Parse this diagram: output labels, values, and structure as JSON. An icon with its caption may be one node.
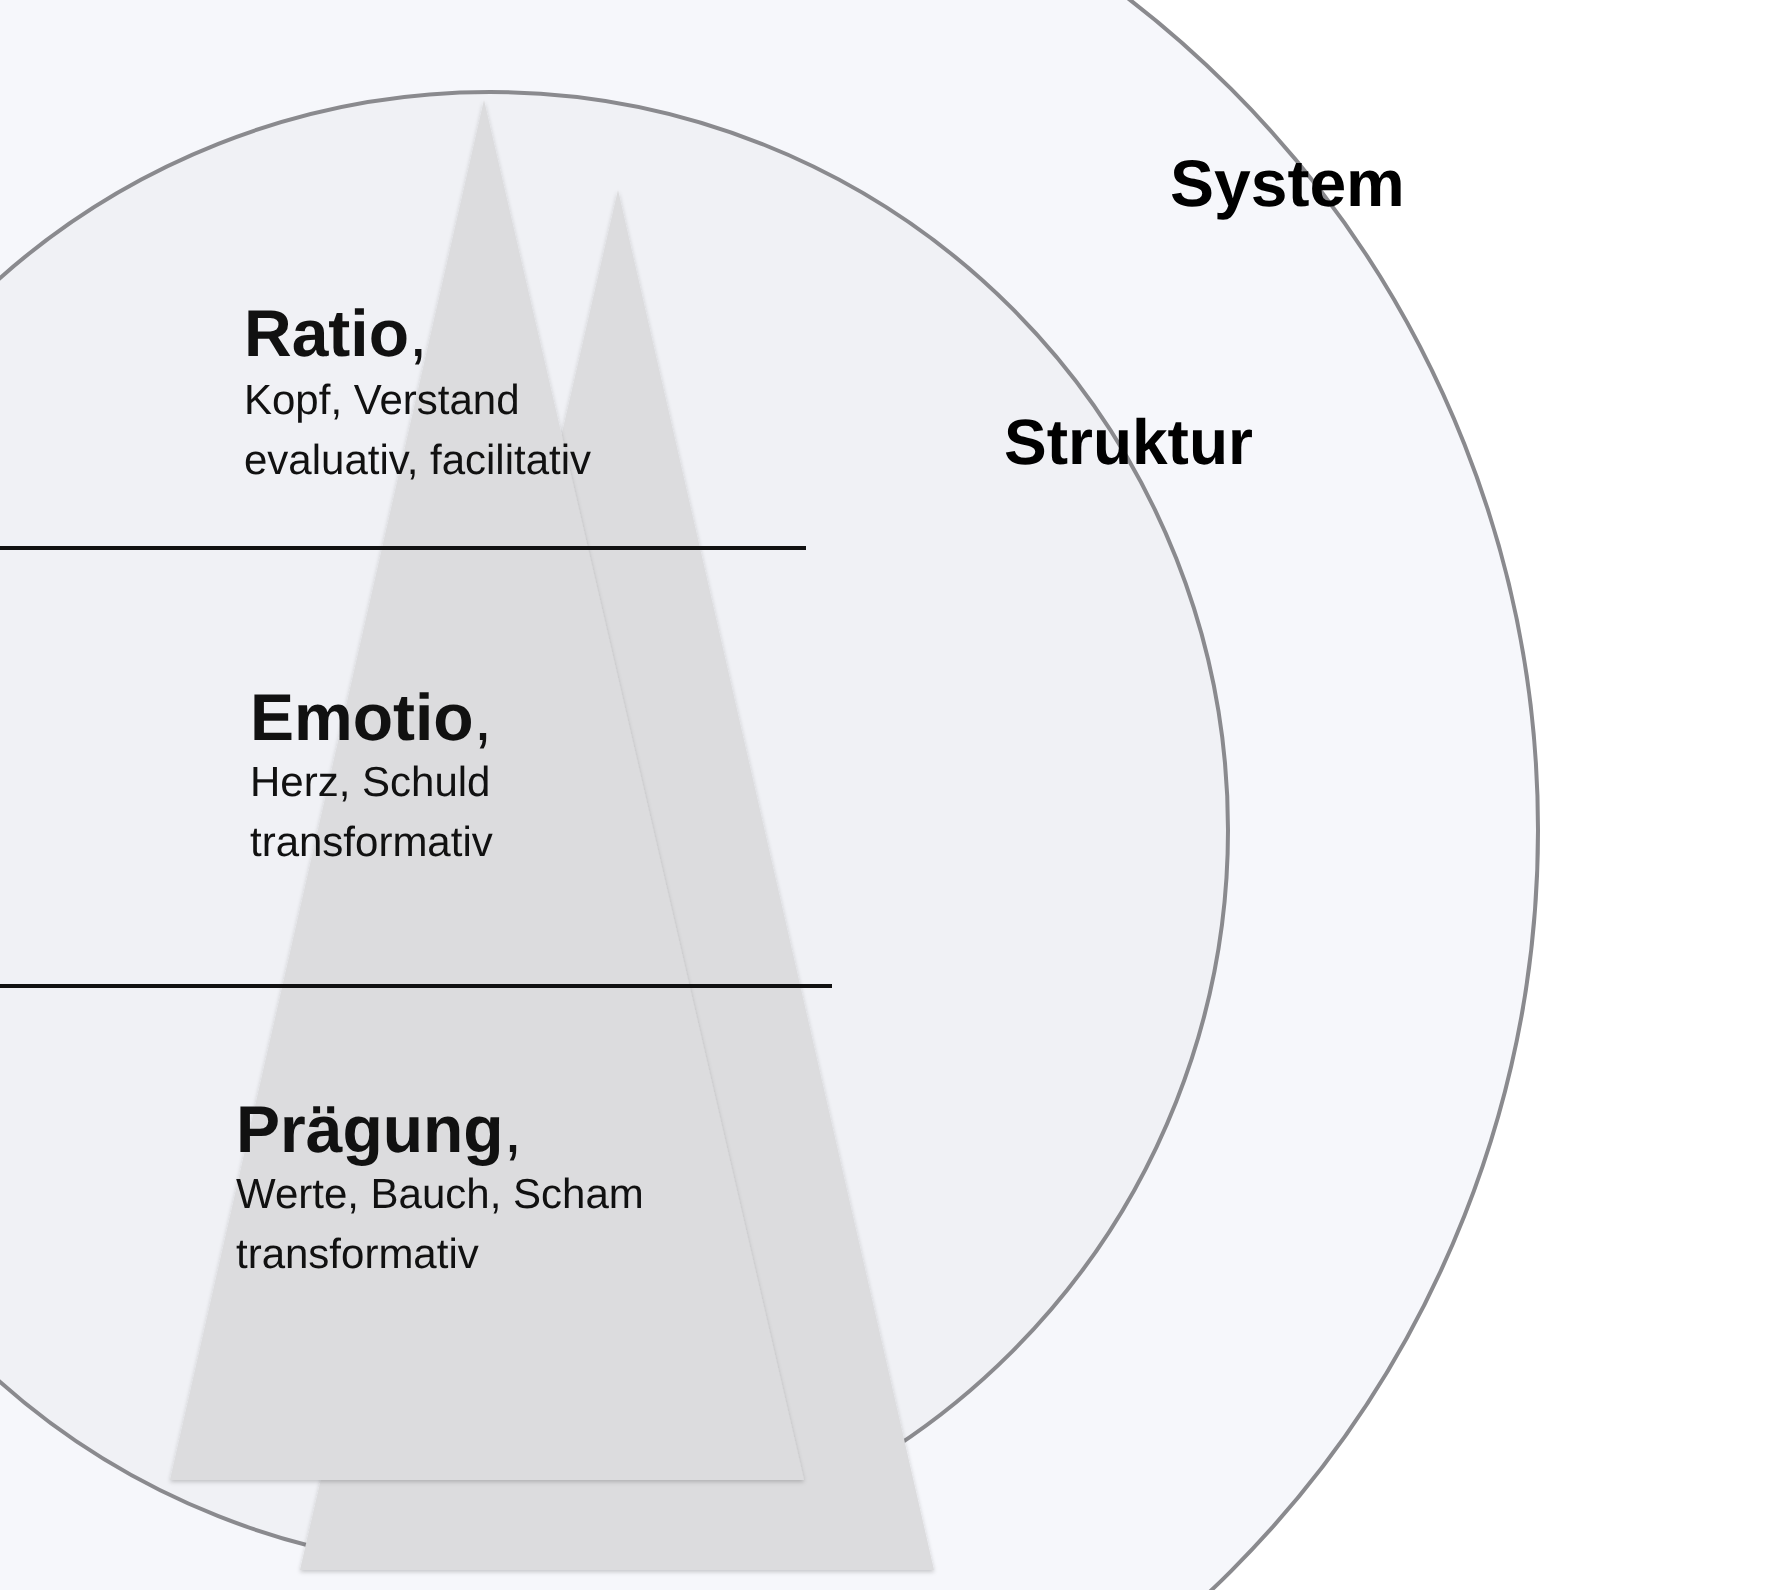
{
  "diagram": {
    "nodes": [
      {
        "text": [
          "System"
        ]
      },
      {
        "text": [
          "Struktur"
        ],
        "in": 0
      }
    ],
    "edges": [],
    "labels": [
      "**Ratio**,",
      "Kopf, Verstand evaluativ, facilitativ",
      "**Emotio**,",
      "Herz, Schuld transformativ",
      "**Prägung**,",
      "Werte, Bauch, Scham transformativ"
    ]
  }
}
